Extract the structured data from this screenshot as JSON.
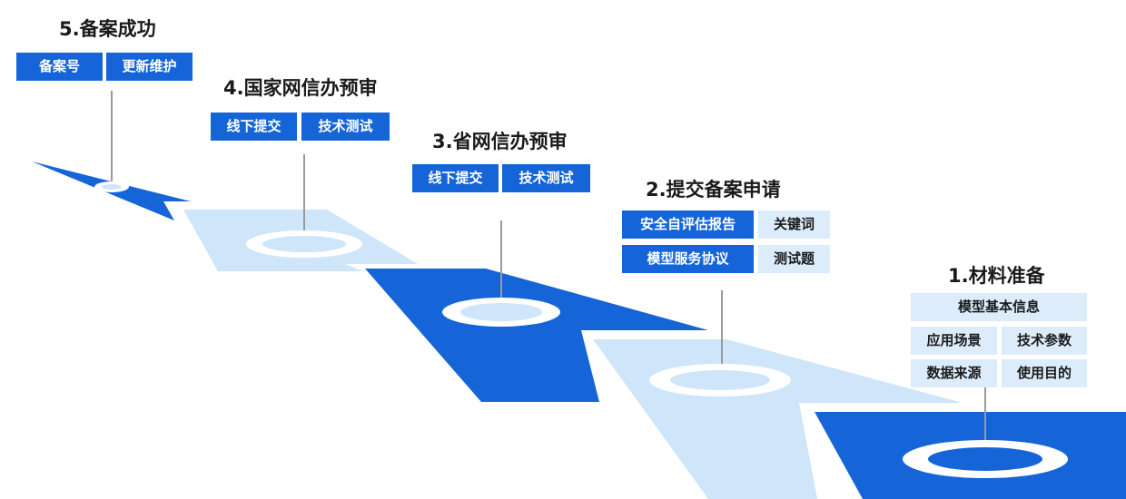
{
  "colors": {
    "dark_tile": "#1565d8",
    "light_tile": "#cfe5fa",
    "connector": "#9a9a9a",
    "tag_dark": "#1565d8",
    "tag_light": "#dcecfb"
  },
  "steps": [
    {
      "title": "1.材料准备",
      "items": [
        "模型基本信息",
        "应用场景",
        "技术参数",
        "数据来源",
        "使用目的"
      ]
    },
    {
      "title": "2.提交备案申请",
      "items": [
        "安全自评估报告",
        "关键词",
        "模型服务协议",
        "测试题"
      ]
    },
    {
      "title": "3.省网信办预审",
      "items": [
        "线下提交",
        "技术测试"
      ]
    },
    {
      "title": "4.国家网信办预审",
      "items": [
        "线下提交",
        "技术测试"
      ]
    },
    {
      "title": "5.备案成功",
      "items": [
        "备案号",
        "更新维护"
      ]
    }
  ]
}
